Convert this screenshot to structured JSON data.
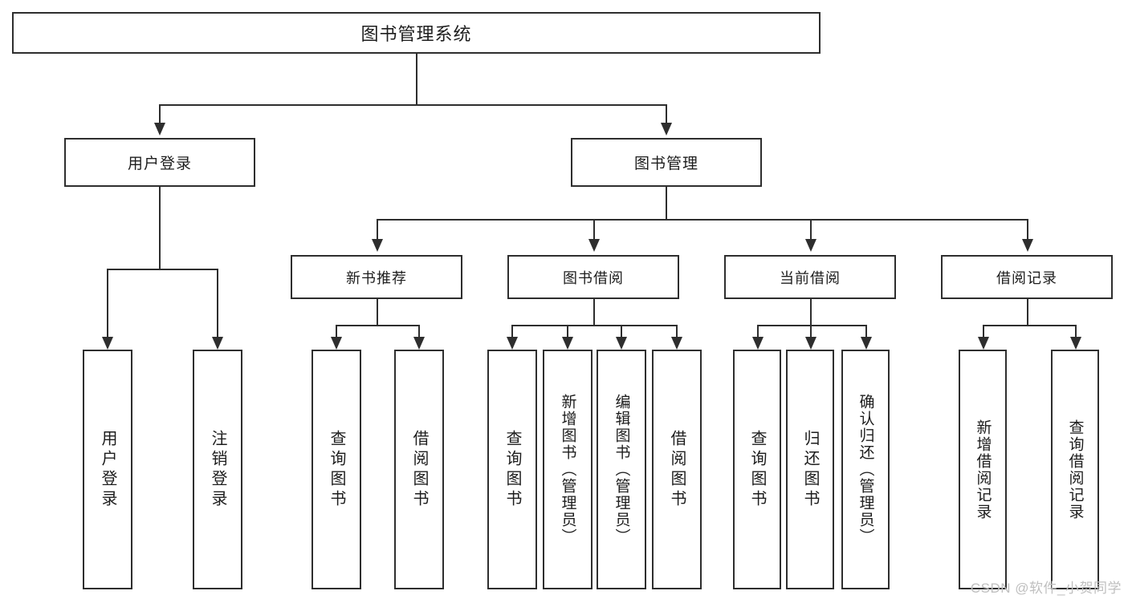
{
  "diagram": {
    "title": "图书管理系统",
    "type": "tree",
    "watermark": "CSDN @软件_小贺同学",
    "colors": {
      "line": "#2e2e2e",
      "box_border": "#2e2e2e",
      "box_fill": "#ffffff",
      "text": "#1d1d1d",
      "watermark": "#bfbfbf",
      "background": "#ffffff"
    },
    "root": {
      "label": "图书管理系统"
    },
    "level2": [
      {
        "label": "用户登录"
      },
      {
        "label": "图书管理"
      }
    ],
    "level3": [
      {
        "label": "新书推荐"
      },
      {
        "label": "图书借阅"
      },
      {
        "label": "当前借阅"
      },
      {
        "label": "借阅记录"
      }
    ],
    "leaves": {
      "user_login": [
        {
          "label": "用户登录"
        },
        {
          "label": "注销登录"
        }
      ],
      "new_book_recommend": [
        {
          "label": "查询图书"
        },
        {
          "label": "借阅图书"
        }
      ],
      "book_borrow": [
        {
          "label": "查询图书"
        },
        {
          "label": "新增图书（管理员）"
        },
        {
          "label": "编辑图书（管理员）"
        },
        {
          "label": "借阅图书"
        }
      ],
      "current_borrow": [
        {
          "label": "查询图书"
        },
        {
          "label": "归还图书"
        },
        {
          "label": "确认归还（管理员）"
        }
      ],
      "borrow_record": [
        {
          "label": "新增借阅记录"
        },
        {
          "label": "查询借阅记录"
        }
      ]
    }
  }
}
